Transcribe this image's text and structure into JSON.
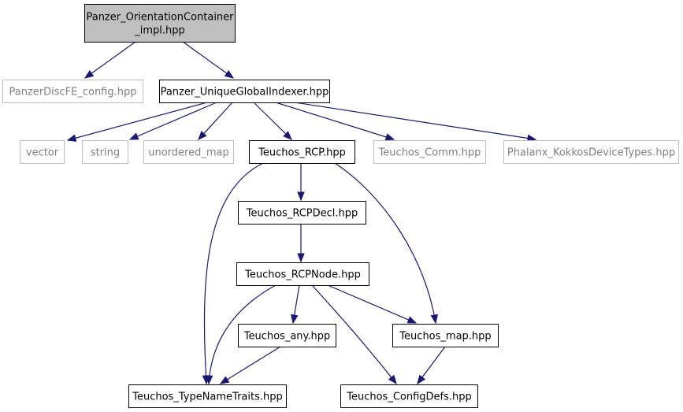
{
  "graph": {
    "colors": {
      "edge": "#191970",
      "root_fill": "#bfbfbf",
      "node_border": "#000000",
      "external_border": "#bfbfbf",
      "external_text": "#7f7f7f",
      "node_fill": "#ffffff"
    },
    "nodes": [
      {
        "id": "orientation",
        "lines": [
          "Panzer_OrientationContainer",
          "_impl.hpp"
        ],
        "style": "root"
      },
      {
        "id": "discfe",
        "lines": [
          "PanzerDiscFE_config.hpp"
        ],
        "style": "external"
      },
      {
        "id": "ugi",
        "lines": [
          "Panzer_UniqueGlobalIndexer.hpp"
        ],
        "style": "normal"
      },
      {
        "id": "vector",
        "lines": [
          "vector"
        ],
        "style": "external"
      },
      {
        "id": "string",
        "lines": [
          "string"
        ],
        "style": "external"
      },
      {
        "id": "umap",
        "lines": [
          "unordered_map"
        ],
        "style": "external"
      },
      {
        "id": "rcp",
        "lines": [
          "Teuchos_RCP.hpp"
        ],
        "style": "normal"
      },
      {
        "id": "comm",
        "lines": [
          "Teuchos_Comm.hpp"
        ],
        "style": "external"
      },
      {
        "id": "phalanx",
        "lines": [
          "Phalanx_KokkosDeviceTypes.hpp"
        ],
        "style": "external"
      },
      {
        "id": "rcpdecl",
        "lines": [
          "Teuchos_RCPDecl.hpp"
        ],
        "style": "normal"
      },
      {
        "id": "rcpnode",
        "lines": [
          "Teuchos_RCPNode.hpp"
        ],
        "style": "normal"
      },
      {
        "id": "any",
        "lines": [
          "Teuchos_any.hpp"
        ],
        "style": "normal"
      },
      {
        "id": "map",
        "lines": [
          "Teuchos_map.hpp"
        ],
        "style": "normal"
      },
      {
        "id": "typename",
        "lines": [
          "Teuchos_TypeNameTraits.hpp"
        ],
        "style": "normal"
      },
      {
        "id": "configdefs",
        "lines": [
          "Teuchos_ConfigDefs.hpp"
        ],
        "style": "normal"
      }
    ],
    "edges": [
      {
        "from": "orientation",
        "to": "discfe"
      },
      {
        "from": "orientation",
        "to": "ugi"
      },
      {
        "from": "ugi",
        "to": "vector"
      },
      {
        "from": "ugi",
        "to": "string"
      },
      {
        "from": "ugi",
        "to": "umap"
      },
      {
        "from": "ugi",
        "to": "rcp"
      },
      {
        "from": "ugi",
        "to": "comm"
      },
      {
        "from": "ugi",
        "to": "phalanx"
      },
      {
        "from": "rcp",
        "to": "rcpdecl"
      },
      {
        "from": "rcp",
        "to": "typename"
      },
      {
        "from": "rcp",
        "to": "map"
      },
      {
        "from": "rcpdecl",
        "to": "rcpnode"
      },
      {
        "from": "rcpnode",
        "to": "any"
      },
      {
        "from": "rcpnode",
        "to": "typename"
      },
      {
        "from": "rcpnode",
        "to": "map"
      },
      {
        "from": "rcpnode",
        "to": "configdefs"
      },
      {
        "from": "any",
        "to": "typename"
      },
      {
        "from": "map",
        "to": "configdefs"
      }
    ]
  }
}
